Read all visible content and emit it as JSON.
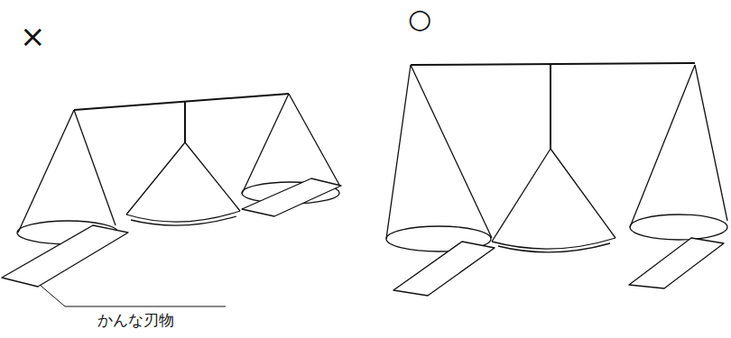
{
  "diagram": {
    "labels": [
      "×",
      "○",
      "かんな刃物"
    ]
  }
}
